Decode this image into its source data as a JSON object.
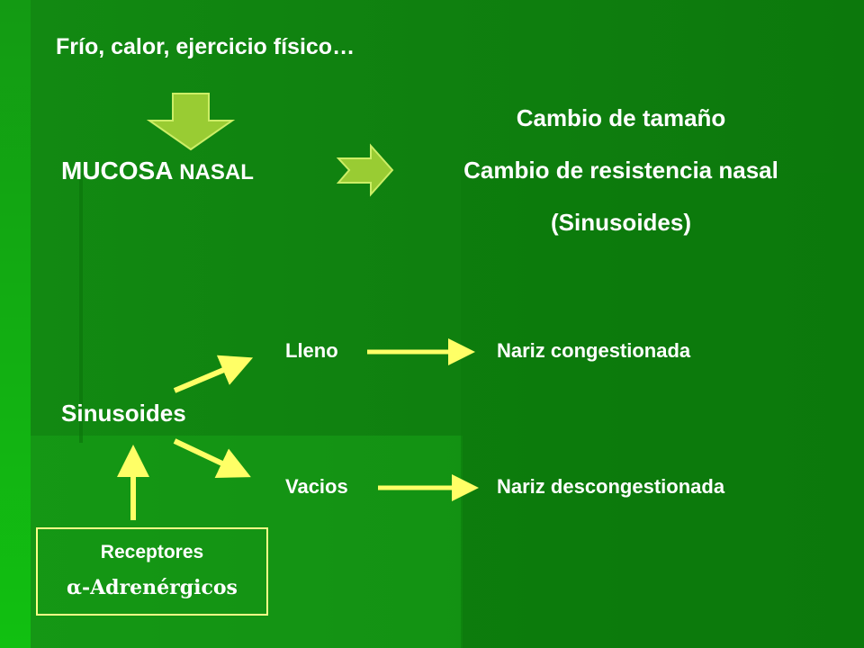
{
  "slide": {
    "title": "Frío, calor, ejercicio físico…",
    "mucosa_main": "MUCOSA",
    "mucosa_small": "NASAL",
    "effects": [
      "Cambio de tamaño",
      "Cambio de resistencia nasal",
      "(Sinusoides)"
    ],
    "sinusoides": "Sinusoides",
    "lleno": "Lleno",
    "vacios": "Vacios",
    "nariz_congestionada": "Nariz congestionada",
    "nariz_descongestionada": "Nariz descongestionada",
    "receptores": "Receptores",
    "adrenergicos": "α-Adrenérgicos"
  },
  "colors": {
    "background": "#0f800f",
    "text": "#ffffff",
    "yellow_arrow": "#ffff66",
    "green_arrow_fill": "#99cc33",
    "green_arrow_outline": "#ccee66"
  },
  "icons": [
    "down-arrow-icon",
    "right-arrow-icon",
    "line-arrow-icon"
  ]
}
